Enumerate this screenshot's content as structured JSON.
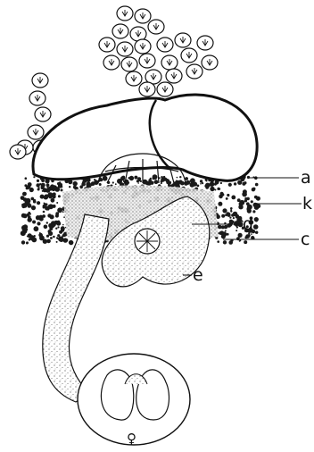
{
  "labels": {
    "a": "a",
    "b": "k",
    "c": "c",
    "d": "d",
    "e": "e",
    "female_symbol": "♀"
  },
  "colors": {
    "ink": "#111111",
    "paper": "#ffffff",
    "soil_dark": "#1a1a1a",
    "stipple": "#555555"
  }
}
